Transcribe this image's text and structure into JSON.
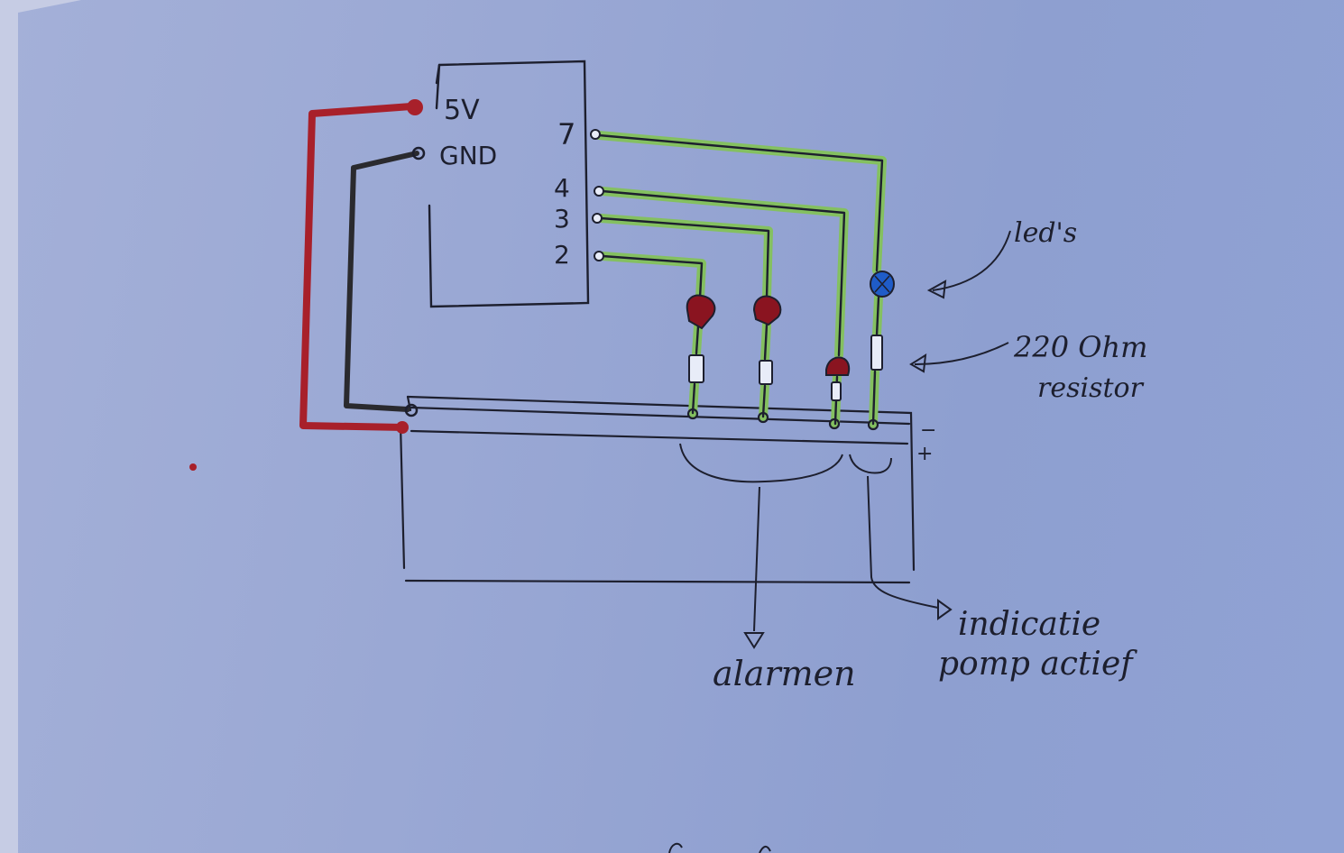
{
  "board": {
    "power_label": "5V",
    "ground_label": "GND",
    "pins": [
      "7",
      "4",
      "3",
      "2"
    ]
  },
  "breadboard": {
    "minus_label": "−",
    "plus_label": "+"
  },
  "annotations": {
    "leds": "led's",
    "resistor_line1": "220 Ohm",
    "resistor_line2": "resistor",
    "alarm": "alarmen",
    "indicator_line1": "indicatie",
    "indicator_line2": "pomp actief"
  },
  "colors": {
    "paper": "#9aa8d4",
    "ink": "#1d1f2e",
    "wire_power": "#a8202a",
    "wire_ground": "#2a2a2e",
    "wire_signal_highlight": "#84c060",
    "led_red": "#8a1420",
    "led_blue": "#1f5cc8"
  }
}
